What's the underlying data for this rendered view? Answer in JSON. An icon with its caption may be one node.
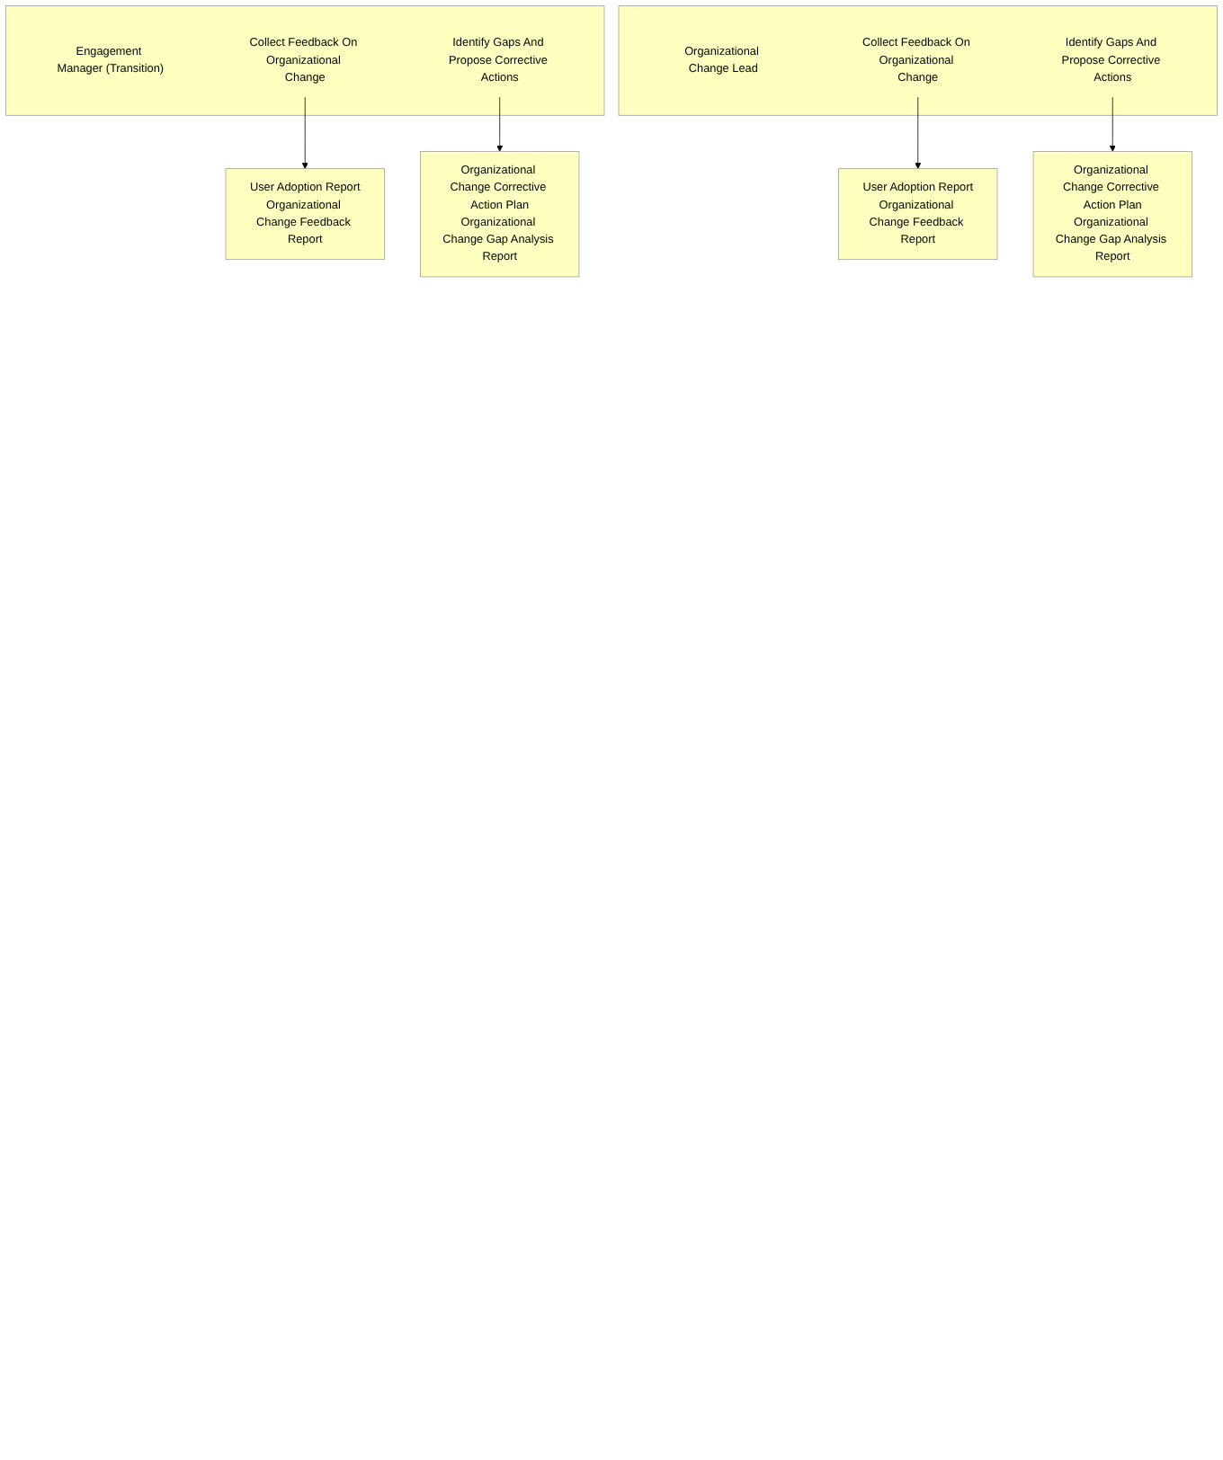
{
  "diagram": {
    "nodes": [
      {
        "text": [],
        "shape": "box"
      },
      {
        "text": [
          "Engagement Manager (Transition)"
        ],
        "in": 0
      },
      {
        "text": [
          "Collect Feedback On Organizational Change"
        ],
        "in": 0
      },
      {
        "text": [
          "Identify Gaps And Propose Corrective Actions"
        ],
        "in": 0
      },
      {
        "text": [
          "User Adoption Report",
          "Organizational Change Feedback Report"
        ]
      },
      {
        "text": [
          "Organizational Change Corrective Action Plan",
          "Organizational Change Gap Analysis Report"
        ]
      },
      {
        "text": [],
        "shape": "box"
      },
      {
        "text": [
          "Organizational Change Lead"
        ],
        "in": 6
      },
      {
        "text": [
          "Collect Feedback On Organizational Change"
        ],
        "in": 6
      },
      {
        "text": [
          "Identify Gaps And Propose Corrective Actions"
        ],
        "in": 6
      },
      {
        "text": [
          "User Adoption Report",
          "Organizational Change Feedback Report"
        ]
      },
      {
        "text": [
          "Organizational Change Corrective Action Plan",
          "Organizational Change Gap Analysis Report"
        ]
      }
    ],
    "edges": [
      {
        "from": 2,
        "to": 4,
        "arrow": "to"
      },
      {
        "from": 3,
        "to": 5,
        "arrow": "to"
      },
      {
        "from": 8,
        "to": 10,
        "arrow": "to"
      },
      {
        "from": 9,
        "to": 11,
        "arrow": "to"
      }
    ]
  }
}
